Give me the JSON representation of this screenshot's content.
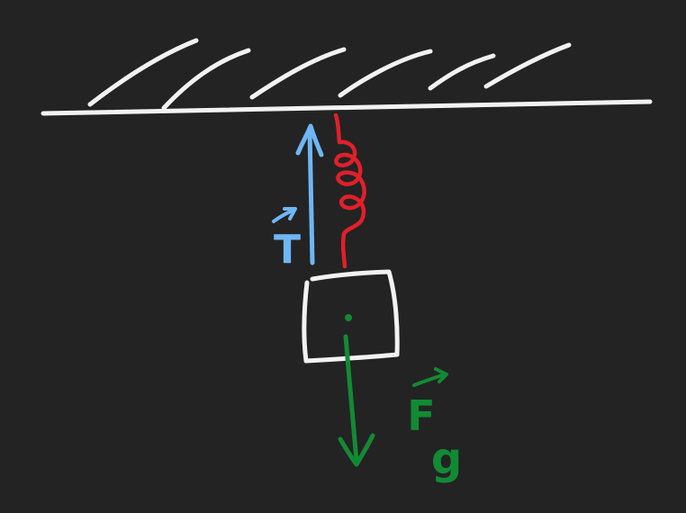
{
  "colors": {
    "background": "#232323",
    "ceiling": "#f2f2f2",
    "spring": "#e0202a",
    "tension": "#6fb6f5",
    "gravity": "#128a34",
    "block": "#f2f2f2"
  },
  "labels": {
    "tension": "T",
    "gravity": "F",
    "gravity_subscript": "g"
  },
  "icons": {
    "tension_vector_arrow": "vector-arrow-icon",
    "gravity_vector_arrow": "vector-arrow-icon"
  }
}
